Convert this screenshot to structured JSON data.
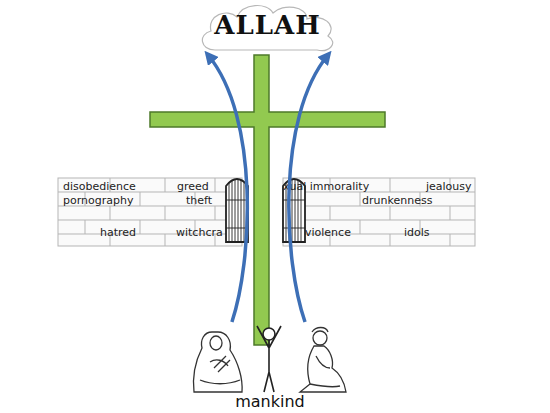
{
  "diagram": {
    "nodes": [
      {
        "text": [
          "ALLAH"
        ]
      },
      {
        "text": [
          "mankind"
        ]
      }
    ],
    "edges": [
      {
        "from": 1,
        "to": 0,
        "arrow": "to"
      },
      {
        "from": 1,
        "to": 0,
        "arrow": "to"
      }
    ],
    "labels": [
      "disobedience",
      "greed",
      "xual immorality",
      "jealousy",
      "pornography",
      "theft",
      "drunkenness",
      "hatred",
      "witchcra",
      "violence",
      "idols"
    ]
  }
}
